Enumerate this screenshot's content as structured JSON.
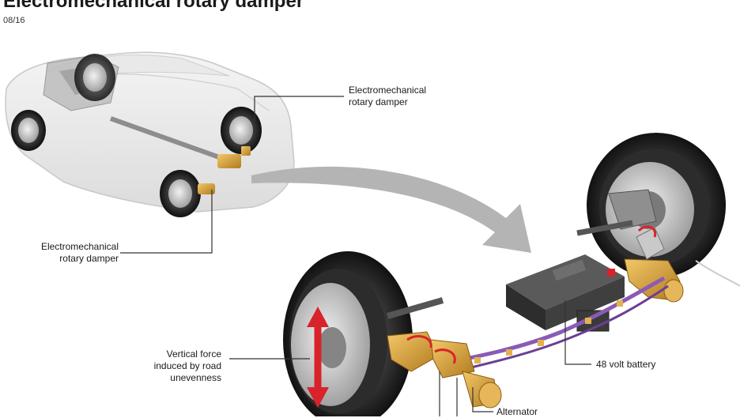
{
  "title": "Electromechanical rotary damper",
  "date": "08/16",
  "callouts": {
    "damper_rear": "Electromechanical\nrotary damper",
    "damper_front": "Electromechanical\nrotary damper",
    "vertical_force": "Vertical force\ninduced by road\nunevenness",
    "battery": "48 volt battery",
    "alternator": "Alternator"
  },
  "colors": {
    "damper_gold": "#d9a33a",
    "cable_purple": "#8a5bb5",
    "arrow_red": "#d8232a",
    "flow_arrow_gray": "#b4b4b4"
  }
}
